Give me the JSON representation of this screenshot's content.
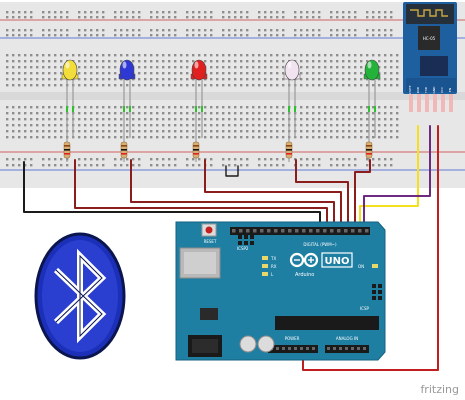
{
  "credit": "fritzing",
  "bluetooth_module": {
    "chip_label": "HC-05",
    "pin_labels": [
      "STATE",
      "RXD",
      "TXD",
      "GND",
      "VCC",
      "EN"
    ]
  },
  "arduino": {
    "brand": "Arduino",
    "model": "UNO",
    "header_digital": "DIGITAL (PWM~)",
    "header_power": "POWER",
    "header_analog": "ANALOG IN",
    "reset_label": "RESET",
    "icsp_label": "ICSP",
    "icsp2_label": "ICSP2",
    "tx_label": "TX",
    "rx_label": "RX",
    "l_label": "L",
    "on_label": "ON"
  },
  "leds": [
    {
      "color_name": "yellow",
      "color": "#f2dd3a"
    },
    {
      "color_name": "blue",
      "color": "#2e38d4"
    },
    {
      "color_name": "red",
      "color": "#e02020"
    },
    {
      "color_name": "white",
      "color": "#f1e3ef"
    },
    {
      "color_name": "green",
      "color": "#23b23a"
    }
  ],
  "colors": {
    "wire_red": "#c11f1f",
    "wire_dark_red": "#8b1d1d",
    "wire_black": "#1b1b1b",
    "wire_yellow": "#f5e01e",
    "wire_purple": "#6d2a7f",
    "board_teal": "#1f7fa3",
    "breadboard": "#e6e6e6"
  },
  "icons": [
    "bluetooth-logo-icon",
    "arduino-infinity-logo-icon"
  ]
}
